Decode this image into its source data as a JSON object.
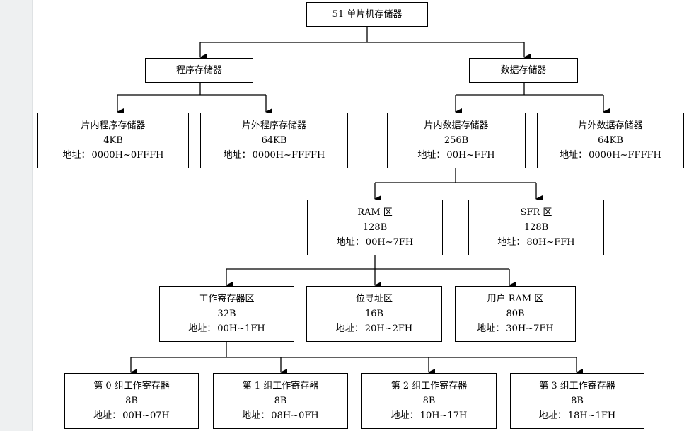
{
  "diagram": {
    "root": {
      "title": "51 单片机存储器"
    },
    "program_memory": {
      "title": "程序存储器"
    },
    "data_memory": {
      "title": "数据存储器"
    },
    "internal_program": {
      "title": "片内程序存储器",
      "size": "4KB",
      "addr_label": "地址：",
      "addr": "0000H~0FFFH"
    },
    "external_program": {
      "title": "片外程序存储器",
      "size": "64KB",
      "addr_label": "地址：",
      "addr": "0000H~FFFFH"
    },
    "internal_data": {
      "title": "片内数据存储器",
      "size": "256B",
      "addr_label": "地址：",
      "addr": "00H~FFH"
    },
    "external_data": {
      "title": "片外数据存储器",
      "size": "64KB",
      "addr_label": "地址：",
      "addr": "0000H~FFFFH"
    },
    "ram_area": {
      "title": "RAM 区",
      "size": "128B",
      "addr_label": "地址：",
      "addr": "00H~7FH"
    },
    "sfr_area": {
      "title": "SFR 区",
      "size": "128B",
      "addr_label": "地址：",
      "addr": "80H~FFH"
    },
    "working_register_area": {
      "title": "工作寄存器区",
      "size": "32B",
      "addr_label": "地址：",
      "addr": "00H~1FH"
    },
    "bit_addressable_area": {
      "title": "位寻址区",
      "size": "16B",
      "addr_label": "地址：",
      "addr": "20H~2FH"
    },
    "user_ram_area": {
      "title": "用户 RAM 区",
      "size": "80B",
      "addr_label": "地址：",
      "addr": "30H~7FH"
    },
    "register_bank_0": {
      "title": "第 0 组工作寄存器",
      "size": "8B",
      "addr_label": "地址：",
      "addr": "00H~07H"
    },
    "register_bank_1": {
      "title": "第 1 组工作寄存器",
      "size": "8B",
      "addr_label": "地址：",
      "addr": "08H~0FH"
    },
    "register_bank_2": {
      "title": "第 2 组工作寄存器",
      "size": "8B",
      "addr_label": "地址：",
      "addr": "10H~17H"
    },
    "register_bank_3": {
      "title": "第 3 组工作寄存器",
      "size": "8B",
      "addr_label": "地址：",
      "addr": "18H~1FH"
    }
  }
}
